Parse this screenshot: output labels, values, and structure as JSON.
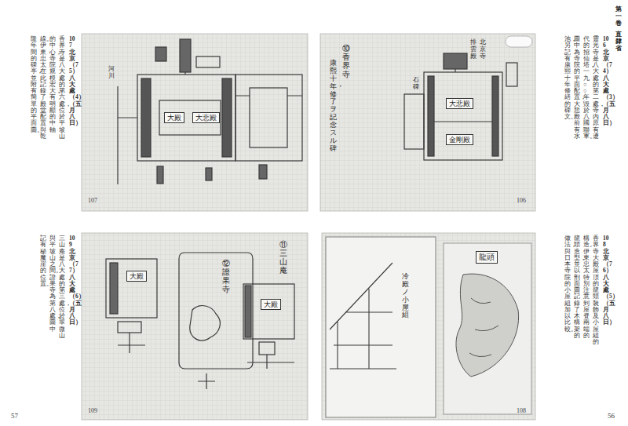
{
  "diagram": {
    "nodes": [
      {
        "text": [
          "大悲殿"
        ]
      },
      {
        "text": [
          "金剛殿"
        ]
      },
      {
        "text": [
          "大殿"
        ]
      },
      {
        "text": [
          "大悲殿"
        ]
      },
      {
        "text": [
          "大殿"
        ]
      },
      {
        "text": [
          "大殿"
        ]
      },
      {
        "text": [
          "龍頭"
        ]
      }
    ],
    "labels": [
      "第一卷",
      "直隸省",
      "107北京（75）八大處（4）（五月八日）",
      "香界寺是八大處的第六處，位於平坡山",
      "的中心，寺院規模宏大，有明顯的中軸",
      "線。伊東忠太在此記錄了殿堂配置與乾",
      "隆年間的碑亭，並附有簡單的平面圖。",
      "106北京（74）八大處（3）（五月八日）",
      "靈光寺是八大處的第二處，寺內原有遼",
      "代的招仙塔，一九○○年毀於八國聯軍。",
      "圖中為寺院的平面配置，大悲殿前有水",
      "池，另記有康熙十年修繕的碑文。",
      "108北京（76）八大處（5）（五月八日）",
      "香界寺大殿屋頂的龍頭裝飾及小屋組的",
      "構造。伊東忠太特別注意到屋脊兩端的",
      "龍頭造型，並以剖面圖記錄了木構架的",
      "做法，與日本寺院的小屋組加以比較。",
      "109北京（77）八大處（6）（五月八日）",
      "三山庵是八大處的第三處，位於翠微山",
      "與平坡山之間。證果寺為第八處，圖中",
      "記有秘魔崖的位置。",
      "⑩香界寺",
      "康熙十年・修了ヲ記念スル碑",
      "北京寺",
      "排雲殿",
      "石碑",
      "河川",
      "⑪三山庵",
      "⑫證果寺",
      "冷殿ノ小屋組",
      "107",
      "106",
      "109",
      "108",
      "57",
      "56"
    ]
  }
}
